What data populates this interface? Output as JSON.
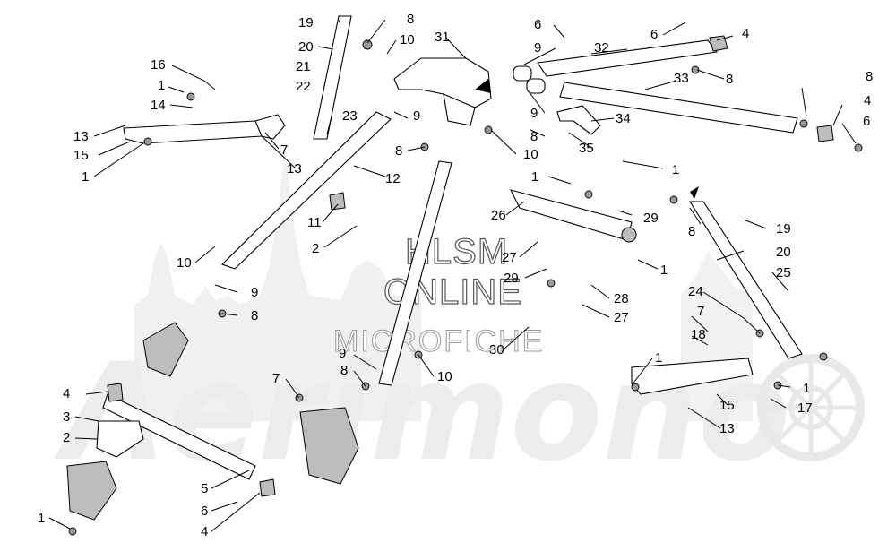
{
  "watermark": {
    "brand": "Aerimono",
    "line1": "HLSM",
    "line2": "ONLINE",
    "line3": "MICROFICHE"
  },
  "callouts": [
    {
      "id": "c1",
      "text": "19"
    },
    {
      "id": "c2",
      "text": "8"
    },
    {
      "id": "c3",
      "text": "20"
    },
    {
      "id": "c4",
      "text": "10"
    },
    {
      "id": "c5",
      "text": "21"
    },
    {
      "id": "c6",
      "text": "22"
    },
    {
      "id": "c7",
      "text": "16"
    },
    {
      "id": "c8",
      "text": "1"
    },
    {
      "id": "c9",
      "text": "14"
    },
    {
      "id": "c10",
      "text": "13"
    },
    {
      "id": "c11",
      "text": "15"
    },
    {
      "id": "c12",
      "text": "1"
    },
    {
      "id": "c13",
      "text": "23"
    },
    {
      "id": "c14",
      "text": "7"
    },
    {
      "id": "c15",
      "text": "13"
    },
    {
      "id": "c16",
      "text": "31"
    },
    {
      "id": "c17",
      "text": "9"
    },
    {
      "id": "c18",
      "text": "8"
    },
    {
      "id": "c19",
      "text": "12"
    },
    {
      "id": "c20",
      "text": "6"
    },
    {
      "id": "c21",
      "text": "9"
    },
    {
      "id": "c22",
      "text": "32"
    },
    {
      "id": "c23",
      "text": "6"
    },
    {
      "id": "c24",
      "text": "4"
    },
    {
      "id": "c25",
      "text": "8"
    },
    {
      "id": "c26",
      "text": "33"
    },
    {
      "id": "c27",
      "text": "9"
    },
    {
      "id": "c28",
      "text": "8"
    },
    {
      "id": "c29",
      "text": "10"
    },
    {
      "id": "c30",
      "text": "34"
    },
    {
      "id": "c31",
      "text": "35"
    },
    {
      "id": "c32",
      "text": "8"
    },
    {
      "id": "c33",
      "text": "4"
    },
    {
      "id": "c34",
      "text": "6"
    },
    {
      "id": "c35",
      "text": "1"
    },
    {
      "id": "c36",
      "text": "1"
    },
    {
      "id": "c37",
      "text": "26"
    },
    {
      "id": "c38",
      "text": "29"
    },
    {
      "id": "c39",
      "text": "8"
    },
    {
      "id": "c40",
      "text": "19"
    },
    {
      "id": "c41",
      "text": "11"
    },
    {
      "id": "c42",
      "text": "2"
    },
    {
      "id": "c43",
      "text": "10"
    },
    {
      "id": "c44",
      "text": "27"
    },
    {
      "id": "c45",
      "text": "29"
    },
    {
      "id": "c46",
      "text": "1"
    },
    {
      "id": "c47",
      "text": "20"
    },
    {
      "id": "c48",
      "text": "25"
    },
    {
      "id": "c49",
      "text": "9"
    },
    {
      "id": "c50",
      "text": "8"
    },
    {
      "id": "c51",
      "text": "28"
    },
    {
      "id": "c52",
      "text": "27"
    },
    {
      "id": "c53",
      "text": "24"
    },
    {
      "id": "c54",
      "text": "7"
    },
    {
      "id": "c55",
      "text": "18"
    },
    {
      "id": "c56",
      "text": "30"
    },
    {
      "id": "c57",
      "text": "9"
    },
    {
      "id": "c58",
      "text": "8"
    },
    {
      "id": "c59",
      "text": "10"
    },
    {
      "id": "c60",
      "text": "7"
    },
    {
      "id": "c61",
      "text": "1"
    },
    {
      "id": "c62",
      "text": "1"
    },
    {
      "id": "c63",
      "text": "4"
    },
    {
      "id": "c64",
      "text": "3"
    },
    {
      "id": "c65",
      "text": "2"
    },
    {
      "id": "c66",
      "text": "15"
    },
    {
      "id": "c67",
      "text": "17"
    },
    {
      "id": "c68",
      "text": "13"
    },
    {
      "id": "c69",
      "text": "5"
    },
    {
      "id": "c70",
      "text": "6"
    },
    {
      "id": "c71",
      "text": "1"
    },
    {
      "id": "c72",
      "text": "4"
    }
  ]
}
